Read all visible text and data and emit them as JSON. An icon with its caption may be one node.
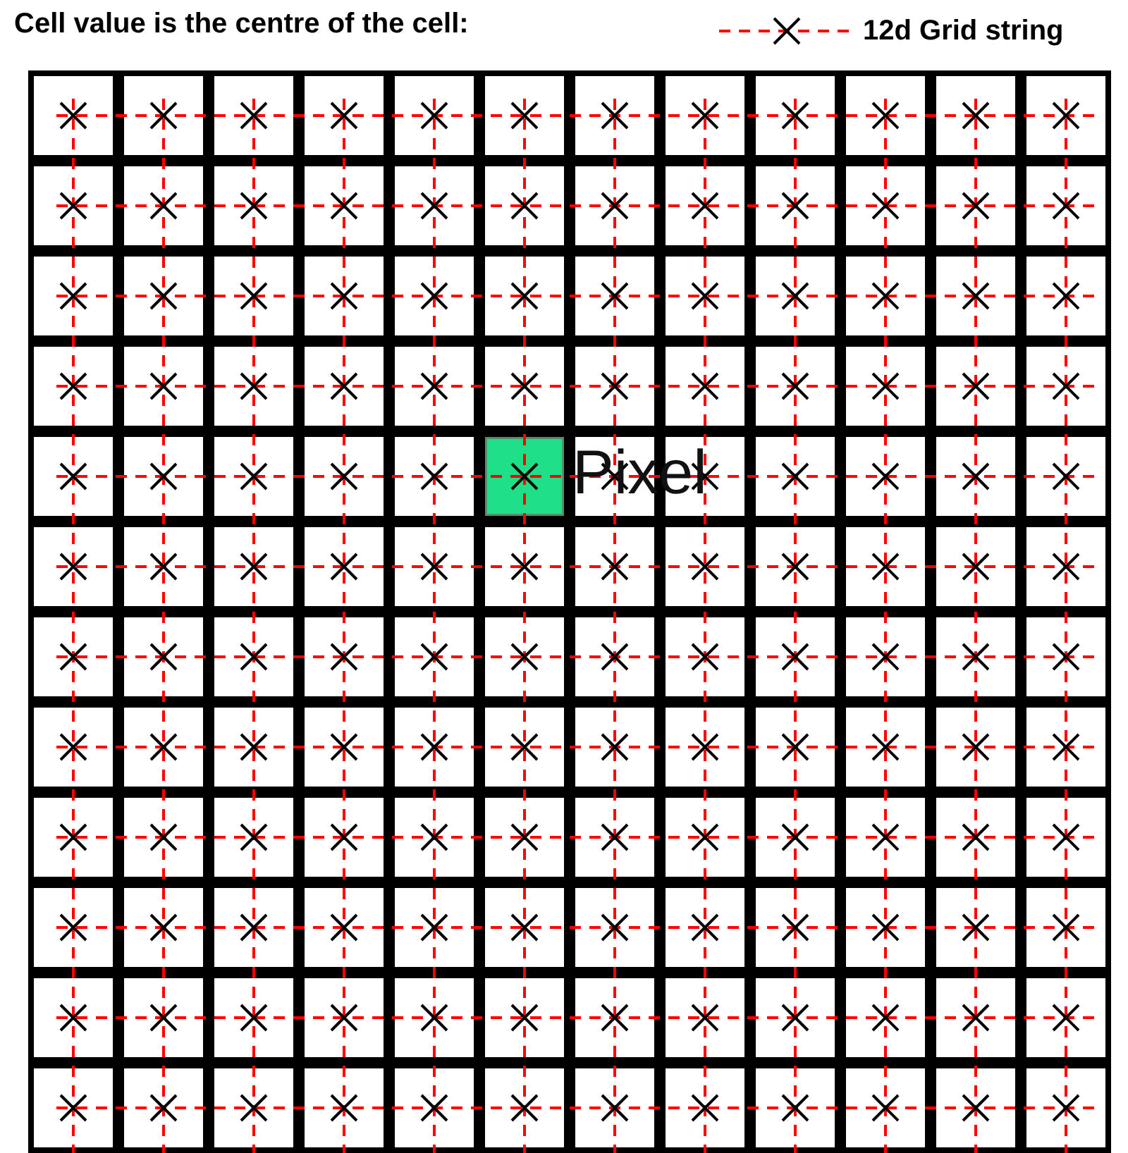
{
  "diagram": {
    "title": "Cell value is the centre of the cell:",
    "labels": [
      "Pixel"
    ],
    "legend": [
      {
        "text": "12d Grid string"
      }
    ]
  }
}
